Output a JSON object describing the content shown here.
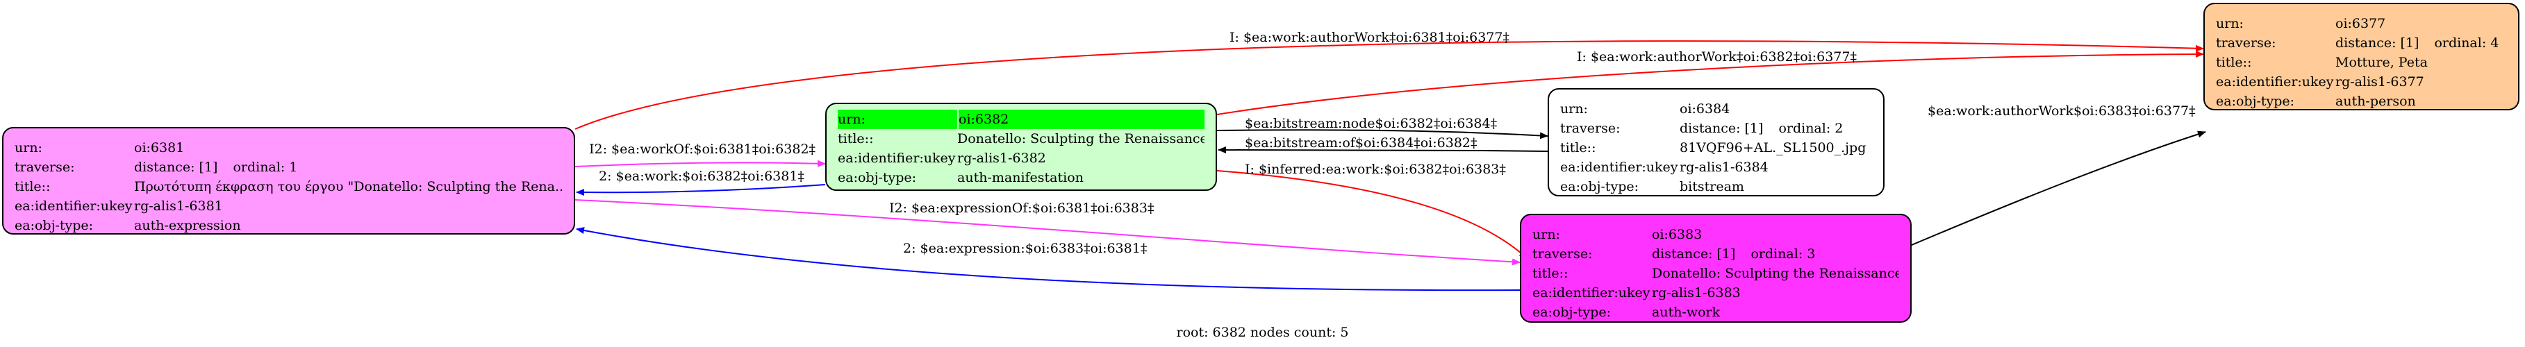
{
  "colors": {
    "n6381": "#ff99ff",
    "n6382": "#ccffcc",
    "n6382_header": "#00ff00",
    "n6384": "#ffffff",
    "n6383": "#ff33ff",
    "n6377": "#ffcc99",
    "edge_red": "#ff0000",
    "edge_magenta": "#ff33ff",
    "edge_blue": "#0000ff",
    "edge_black": "#000000"
  },
  "nodes": {
    "n6381": {
      "urn_k": "urn:",
      "urn_v": "oi:6381",
      "trav_k": "traverse:",
      "trav_v": "distance: [1]",
      "trav_o": "ordinal: 1",
      "title_k": "title::",
      "title_v": "Πρωτότυπη έκφραση του έργου \"Donatello: Sculpting the Rena...",
      "id_k": "ea:identifier:ukey",
      "id_v": "rg-alis1-6381",
      "type_k": "ea:obj-type:",
      "type_v": "auth-expression"
    },
    "n6382": {
      "urn_k": "urn:",
      "urn_v": "oi:6382",
      "title_k": "title::",
      "title_v": "Donatello: Sculpting the Renaissance",
      "id_k": "ea:identifier:ukey",
      "id_v": "rg-alis1-6382",
      "type_k": "ea:obj-type:",
      "type_v": "auth-manifestation"
    },
    "n6384": {
      "urn_k": "urn:",
      "urn_v": "oi:6384",
      "trav_k": "traverse:",
      "trav_v": "distance: [1]",
      "trav_o": "ordinal: 2",
      "title_k": "title::",
      "title_v": "81VQF96+AL._SL1500_.jpg",
      "id_k": "ea:identifier:ukey",
      "id_v": "rg-alis1-6384",
      "type_k": "ea:obj-type:",
      "type_v": "bitstream"
    },
    "n6383": {
      "urn_k": "urn:",
      "urn_v": "oi:6383",
      "trav_k": "traverse:",
      "trav_v": "distance: [1]",
      "trav_o": "ordinal: 3",
      "title_k": "title::",
      "title_v": "Donatello: Sculpting the Renaissance",
      "id_k": "ea:identifier:ukey",
      "id_v": "rg-alis1-6383",
      "type_k": "ea:obj-type:",
      "type_v": "auth-work"
    },
    "n6377": {
      "urn_k": "urn:",
      "urn_v": "oi:6377",
      "trav_k": "traverse:",
      "trav_v": "distance: [1]",
      "trav_o": "ordinal: 4",
      "title_k": "title::",
      "title_v": "Motture, Peta",
      "id_k": "ea:identifier:ukey",
      "id_v": "rg-alis1-6377",
      "type_k": "ea:obj-type:",
      "type_v": "auth-person"
    }
  },
  "edges": {
    "e1": "I: $ea:work:authorWork‡oi:6381‡oi:6377‡",
    "e2": "I: $ea:work:authorWork‡oi:6382‡oi:6377‡",
    "e3": "I2: $ea:workOf:$oi:6381‡oi:6382‡",
    "e4": "2: $ea:work:$oi:6382‡oi:6381‡",
    "e5": "$ea:bitstream:node$oi:6382‡oi:6384‡",
    "e6": "$ea:bitstream:of$oi:6384‡oi:6382‡",
    "e7": "I: $inferred:ea:work:$oi:6382‡oi:6383‡",
    "e8": "I2: $ea:expressionOf:$oi:6381‡oi:6383‡",
    "e9": "2: $ea:expression:$oi:6383‡oi:6381‡",
    "e10": "$ea:work:authorWork$oi:6383‡oi:6377‡"
  },
  "footer": "root: 6382 nodes count: 5"
}
